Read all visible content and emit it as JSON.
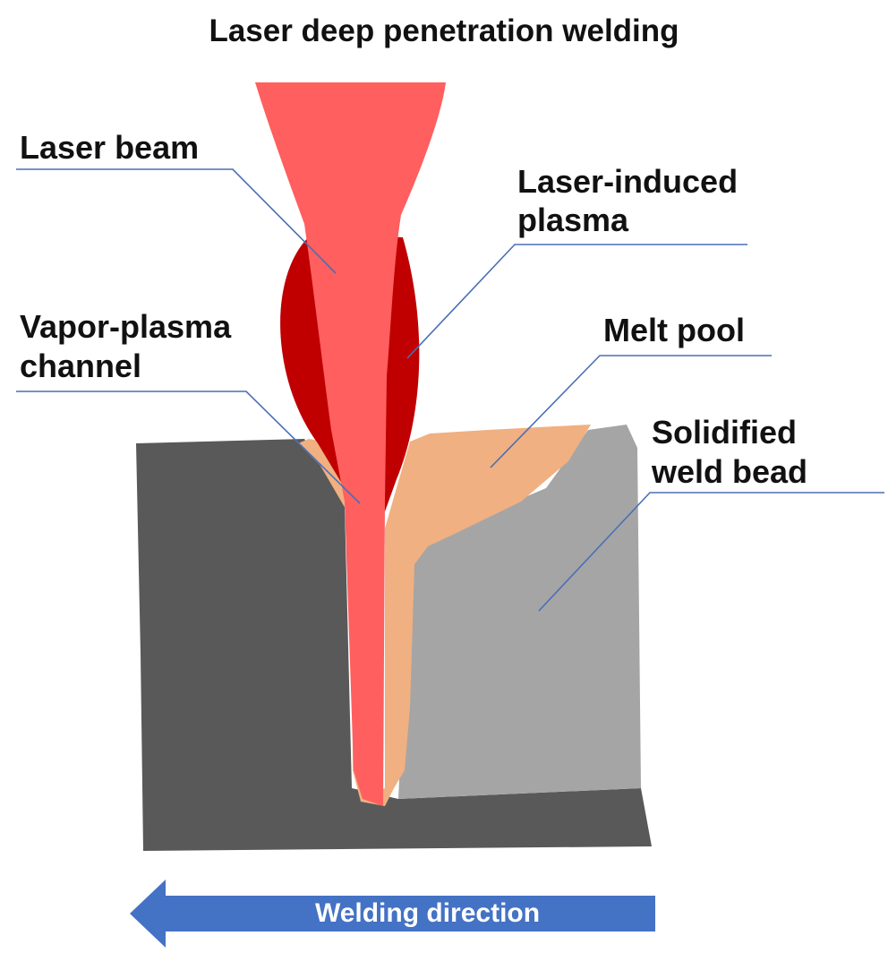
{
  "title": "Laser deep penetration welding",
  "labels": {
    "laser_beam": "Laser beam",
    "laser_induced_plasma_line1": "Laser-induced",
    "laser_induced_plasma_line2": "plasma",
    "vapor_plasma_channel_line1": "Vapor-plasma",
    "vapor_plasma_channel_line2": "channel",
    "melt_pool": "Melt pool",
    "solidified_weld_bead_line1": "Solidified",
    "solidified_weld_bead_line2": "weld bead"
  },
  "direction_arrow": {
    "label": "Welding direction",
    "direction": "left"
  },
  "colors": {
    "laser_beam": "#ff5f5f",
    "plasma": "#c00000",
    "melt_pool": "#f0b081",
    "base_metal": "#595959",
    "weld_bead": "#a5a5a5",
    "leader_lines": "#4a6fb5",
    "arrow": "#4472c4"
  }
}
